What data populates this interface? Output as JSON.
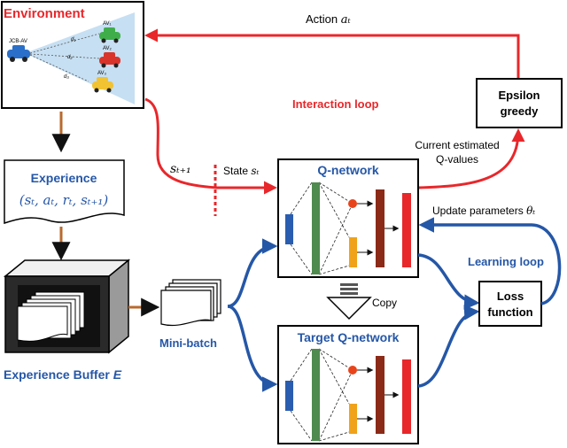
{
  "environment": {
    "title": "Environment",
    "vehicles": {
      "ego": "JCB-AV",
      "av1": "AV₁",
      "av2": "AV₂",
      "av3": "AV₃",
      "d1": "d₁",
      "d2": "d₂",
      "d3": "d₃"
    }
  },
  "action": {
    "text": "Action ",
    "math": "aₜ"
  },
  "interaction_loop": "Interaction loop",
  "epsilon": {
    "line1": "Epsilon",
    "line2": "greedy"
  },
  "current_q": {
    "line1": "Current estimated",
    "line2": "Q-values"
  },
  "s_next": "sₜ₊₁",
  "state": {
    "text": "State ",
    "math": "sₜ"
  },
  "experience": {
    "title": "Experience",
    "tuple": "(sₜ, aₜ, rₜ, sₜ₊₁)"
  },
  "qnetwork": {
    "title": "Q-network"
  },
  "update": {
    "text": "Update parameters ",
    "math": "θₜ"
  },
  "learning_loop": "Learning loop",
  "copy": "Copy",
  "loss": {
    "line1": "Loss",
    "line2": "function"
  },
  "minibatch": "Mini-batch",
  "target": {
    "title": "Target Q-network"
  },
  "buffer": {
    "text": "Experience Buffer ",
    "math": "E"
  },
  "colors": {
    "red": "#e8272b",
    "blue": "#2557a7",
    "brown": "#b96a2e",
    "green": "#4f8a4f",
    "darkred": "#8b2a17"
  }
}
